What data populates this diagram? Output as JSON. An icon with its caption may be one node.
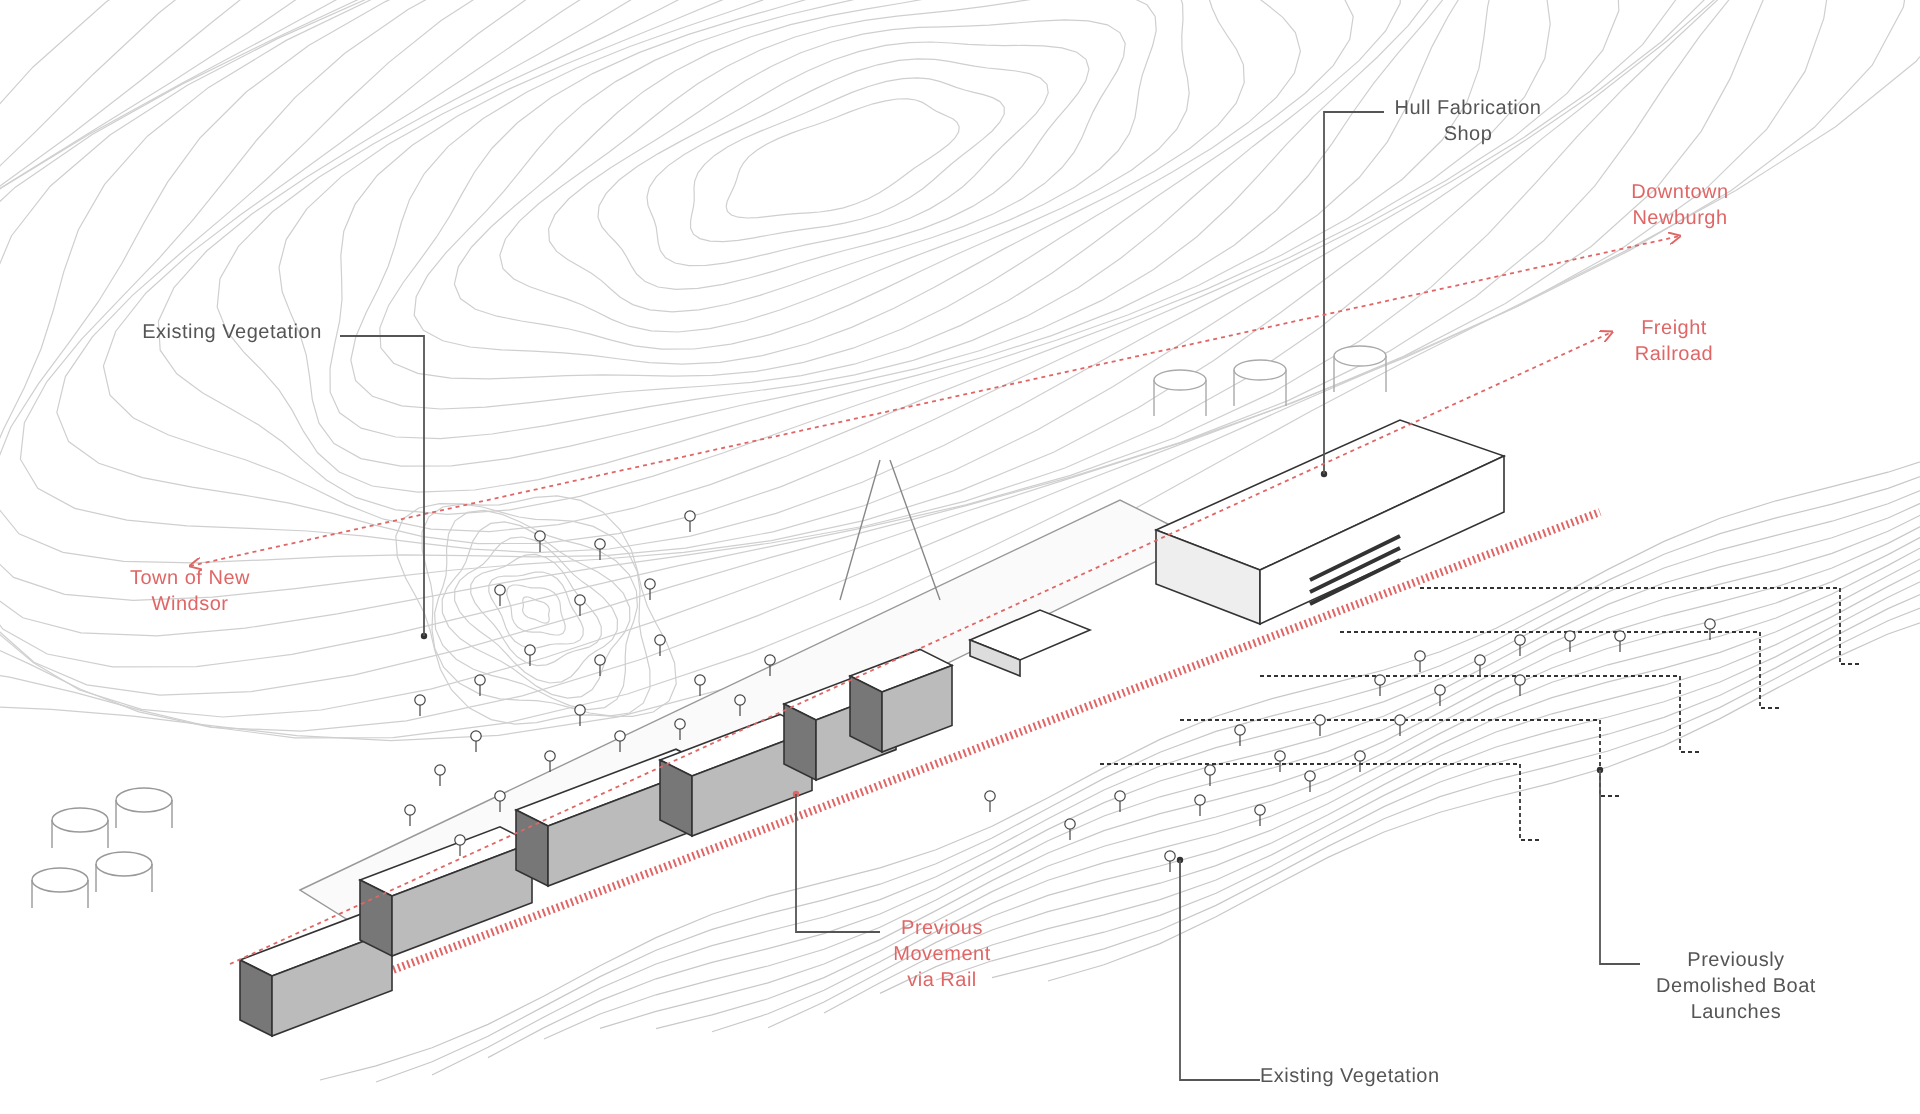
{
  "diagram": {
    "nodes": [
      {
        "text": [
          "Hull Fabrication Shop"
        ]
      },
      {
        "text": [
          "Downtown Newburgh"
        ]
      },
      {
        "text": [
          "Freight Railroad"
        ]
      },
      {
        "text": [
          "Existing Vegetation"
        ]
      },
      {
        "text": [
          "Town of New Windsor"
        ]
      },
      {
        "text": [
          "Previous Movement via Rail"
        ]
      },
      {
        "text": [
          "Previously Demolished Boat Launches"
        ]
      },
      {
        "text": [
          "Existing Vegetation"
        ]
      }
    ],
    "edges": [
      {
        "from": 0,
        "to": null,
        "arrow": "none"
      },
      {
        "from": 4,
        "to": 1,
        "arrow": "both",
        "style": "dashed",
        "color": "#e06666"
      },
      {
        "from": null,
        "to": 2,
        "arrow": "to",
        "style": "dashed",
        "color": "#e06666"
      },
      {
        "from": 3,
        "to": null,
        "arrow": "none"
      },
      {
        "from": 5,
        "to": null,
        "arrow": "none"
      },
      {
        "from": 6,
        "to": null,
        "arrow": "none"
      },
      {
        "from": 7,
        "to": null,
        "arrow": "none"
      }
    ]
  }
}
